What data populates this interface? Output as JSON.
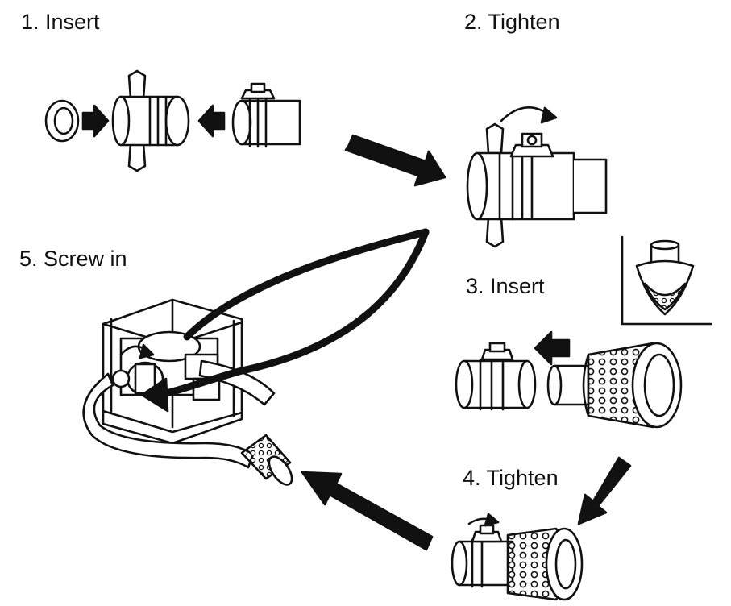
{
  "steps": [
    {
      "number": 1,
      "label": "1. Insert"
    },
    {
      "number": 2,
      "label": "2. Tighten"
    },
    {
      "number": 3,
      "label": "3. Insert"
    },
    {
      "number": 4,
      "label": "4. Tighten"
    },
    {
      "number": 5,
      "label": "5. Screw in"
    }
  ],
  "colors": {
    "ink": "#111111",
    "paper": "#ffffff"
  }
}
